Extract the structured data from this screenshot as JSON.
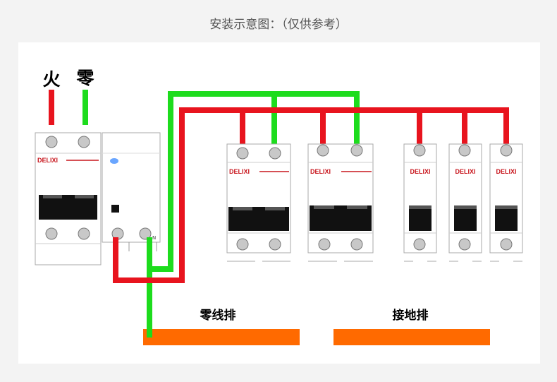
{
  "header": {
    "title": "安装示意图：（仅供参考）"
  },
  "inputs": {
    "live_label": "火",
    "neutral_label": "零"
  },
  "devices": {
    "main_breaker_brand": "DELIXI",
    "rcd_terminal_n": "N",
    "branch_breakers": [
      {
        "brand": "DELIXI",
        "poles": 2
      },
      {
        "brand": "DELIXI",
        "poles": 2
      },
      {
        "brand": "DELIXI",
        "poles": 1
      },
      {
        "brand": "DELIXI",
        "poles": 1
      },
      {
        "brand": "DELIXI",
        "poles": 1
      }
    ]
  },
  "bars": {
    "neutral_bar": "零线排",
    "ground_bar": "接地排"
  },
  "colors": {
    "live": "#e8141e",
    "neutral": "#1ddc1d",
    "bar": "#ff6a00",
    "brand": "#c8161d"
  }
}
